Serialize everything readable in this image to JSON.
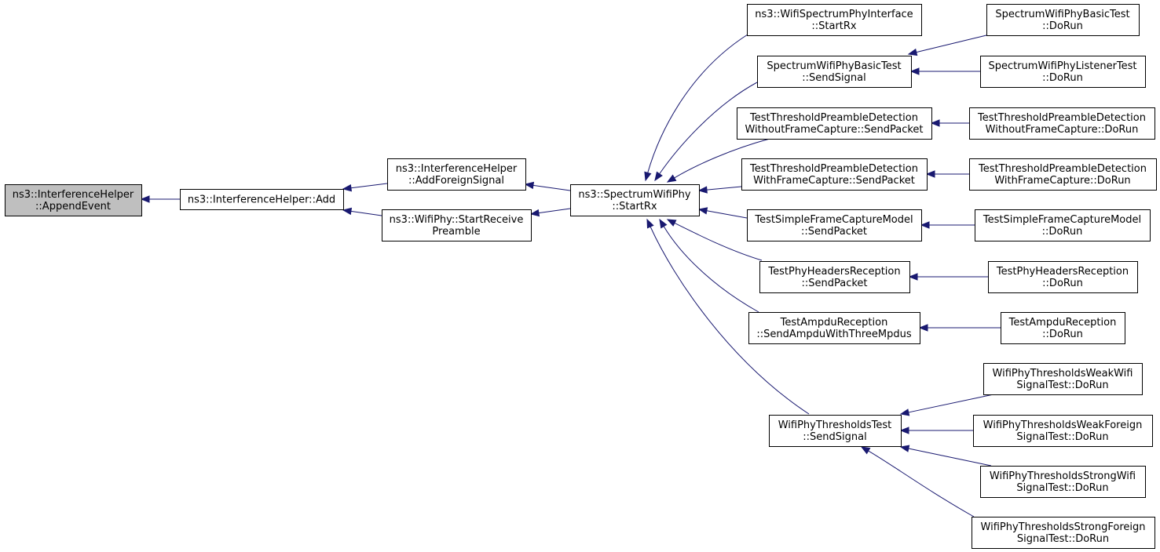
{
  "colors": {
    "edge": "#191970",
    "root_fill": "#bfbfbf",
    "node_fill": "#ffffff",
    "border": "#000000"
  },
  "nodes": [
    {
      "id": "append_event",
      "lines": [
        "ns3::InterferenceHelper",
        "::AppendEvent"
      ],
      "highlight": true
    },
    {
      "id": "ih_add",
      "lines": [
        "ns3::InterferenceHelper::Add"
      ]
    },
    {
      "id": "ih_add_foreign",
      "lines": [
        "ns3::InterferenceHelper",
        "::AddForeignSignal"
      ]
    },
    {
      "id": "wp_start_receive_preamble",
      "lines": [
        "ns3::WifiPhy::StartReceive",
        "Preamble"
      ]
    },
    {
      "id": "swp_start_rx",
      "lines": [
        "ns3::SpectrumWifiPhy",
        "::StartRx"
      ]
    },
    {
      "id": "wspi_start_rx",
      "lines": [
        "ns3::WifiSpectrumPhyInterface",
        "::StartRx"
      ]
    },
    {
      "id": "swpbt_send_signal",
      "lines": [
        "SpectrumWifiPhyBasicTest",
        "::SendSignal"
      ]
    },
    {
      "id": "ttpd_wo_send",
      "lines": [
        "TestThresholdPreambleDetection",
        "WithoutFrameCapture::SendPacket"
      ]
    },
    {
      "id": "ttpd_w_send",
      "lines": [
        "TestThresholdPreambleDetection",
        "WithFrameCapture::SendPacket"
      ]
    },
    {
      "id": "tsfcm_send",
      "lines": [
        "TestSimpleFrameCaptureModel",
        "::SendPacket"
      ]
    },
    {
      "id": "tphr_send",
      "lines": [
        "TestPhyHeadersReception",
        "::SendPacket"
      ]
    },
    {
      "id": "tar_send",
      "lines": [
        "TestAmpduReception",
        "::SendAmpduWithThreeMpdus"
      ]
    },
    {
      "id": "wptt_send",
      "lines": [
        "WifiPhyThresholdsTest",
        "::SendSignal"
      ]
    },
    {
      "id": "swpbt_dorun",
      "lines": [
        "SpectrumWifiPhyBasicTest",
        "::DoRun"
      ]
    },
    {
      "id": "swplt_dorun",
      "lines": [
        "SpectrumWifiPhyListenerTest",
        "::DoRun"
      ]
    },
    {
      "id": "ttpd_wo_dorun",
      "lines": [
        "TestThresholdPreambleDetection",
        "WithoutFrameCapture::DoRun"
      ]
    },
    {
      "id": "ttpd_w_dorun",
      "lines": [
        "TestThresholdPreambleDetection",
        "WithFrameCapture::DoRun"
      ]
    },
    {
      "id": "tsfcm_dorun",
      "lines": [
        "TestSimpleFrameCaptureModel",
        "::DoRun"
      ]
    },
    {
      "id": "tphr_dorun",
      "lines": [
        "TestPhyHeadersReception",
        "::DoRun"
      ]
    },
    {
      "id": "tar_dorun",
      "lines": [
        "TestAmpduReception",
        "::DoRun"
      ]
    },
    {
      "id": "wptwwst_dorun",
      "lines": [
        "WifiPhyThresholdsWeakWifi",
        "SignalTest::DoRun"
      ]
    },
    {
      "id": "wptwfst_dorun",
      "lines": [
        "WifiPhyThresholdsWeakForeign",
        "SignalTest::DoRun"
      ]
    },
    {
      "id": "wptswst_dorun",
      "lines": [
        "WifiPhyThresholdsStrongWifi",
        "SignalTest::DoRun"
      ]
    },
    {
      "id": "wptsfst_dorun",
      "lines": [
        "WifiPhyThresholdsStrongForeign",
        "SignalTest::DoRun"
      ]
    }
  ],
  "edges": [
    {
      "from": "ih_add",
      "to": "append_event"
    },
    {
      "from": "ih_add_foreign",
      "to": "ih_add"
    },
    {
      "from": "wp_start_receive_preamble",
      "to": "ih_add"
    },
    {
      "from": "swp_start_rx",
      "to": "ih_add_foreign"
    },
    {
      "from": "swp_start_rx",
      "to": "wp_start_receive_preamble"
    },
    {
      "from": "wspi_start_rx",
      "to": "swp_start_rx"
    },
    {
      "from": "swpbt_send_signal",
      "to": "swp_start_rx"
    },
    {
      "from": "ttpd_wo_send",
      "to": "swp_start_rx"
    },
    {
      "from": "ttpd_w_send",
      "to": "swp_start_rx"
    },
    {
      "from": "tsfcm_send",
      "to": "swp_start_rx"
    },
    {
      "from": "tphr_send",
      "to": "swp_start_rx"
    },
    {
      "from": "tar_send",
      "to": "swp_start_rx"
    },
    {
      "from": "wptt_send",
      "to": "swp_start_rx"
    },
    {
      "from": "swpbt_dorun",
      "to": "swpbt_send_signal"
    },
    {
      "from": "swplt_dorun",
      "to": "swpbt_send_signal"
    },
    {
      "from": "ttpd_wo_dorun",
      "to": "ttpd_wo_send"
    },
    {
      "from": "ttpd_w_dorun",
      "to": "ttpd_w_send"
    },
    {
      "from": "tsfcm_dorun",
      "to": "tsfcm_send"
    },
    {
      "from": "tphr_dorun",
      "to": "tphr_send"
    },
    {
      "from": "tar_dorun",
      "to": "tar_send"
    },
    {
      "from": "wptwwst_dorun",
      "to": "wptt_send"
    },
    {
      "from": "wptwfst_dorun",
      "to": "wptt_send"
    },
    {
      "from": "wptswst_dorun",
      "to": "wptt_send"
    },
    {
      "from": "wptsfst_dorun",
      "to": "wptt_send"
    }
  ]
}
